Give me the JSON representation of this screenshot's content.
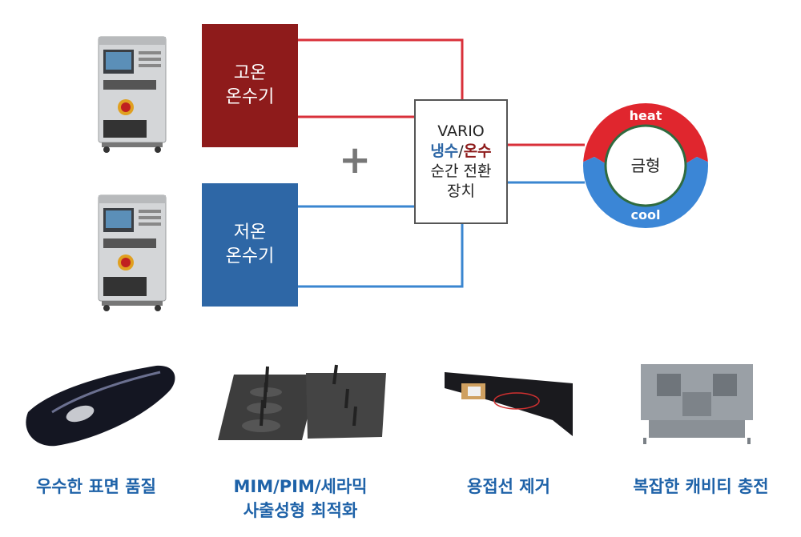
{
  "diagram": {
    "hot_unit": {
      "line1": "고온",
      "line2": "온수기"
    },
    "cold_unit": {
      "line1": "저온",
      "line2": "온수기"
    },
    "plus_symbol": "+",
    "vario": {
      "line1": "VARIO",
      "cold_word": "냉수",
      "separator": "/",
      "hot_word": "온수",
      "line3": "순간 전환",
      "line4": "장치"
    },
    "mold": {
      "label": "금형",
      "heat_label": "heat",
      "cool_label": "cool"
    },
    "colors": {
      "hot": "#8e1b1b",
      "cold": "#2e67a6",
      "hot_line": "#d9303a",
      "cold_line": "#3a86d0"
    }
  },
  "products": [
    {
      "caption": "우수한 표면 품질"
    },
    {
      "caption_line1": "MIM/PIM/세라믹",
      "caption_line2": "사출성형 최적화"
    },
    {
      "caption": "용접선 제거"
    },
    {
      "caption": "복잡한 캐비티 충전"
    }
  ]
}
